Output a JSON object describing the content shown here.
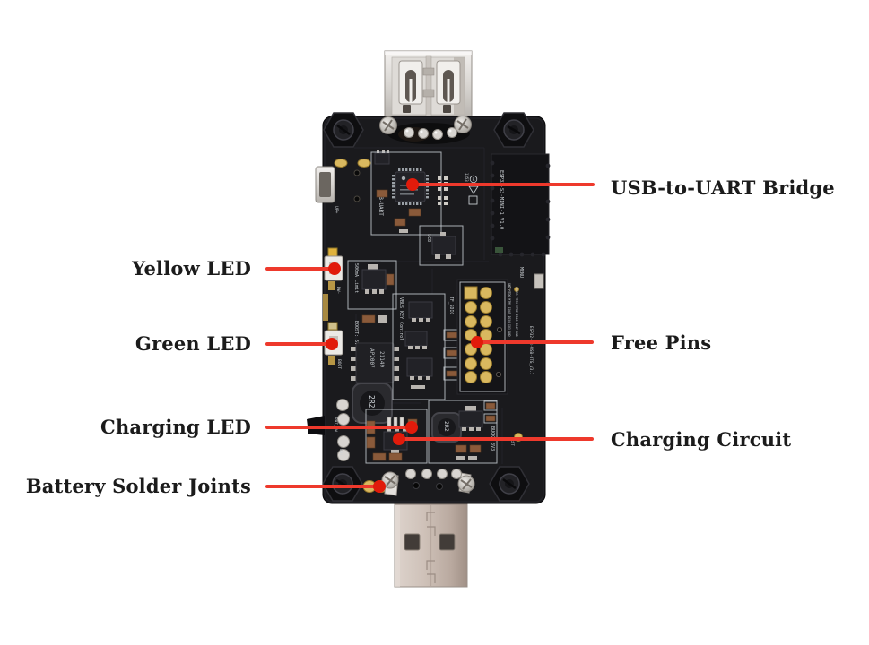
{
  "figure": {
    "type": "hardware-callout-diagram",
    "background": "#ffffff",
    "accent_line_color": "#ee392c",
    "accent_dot_color": "#e11b0b",
    "label_text_color": "#1b1b1b"
  },
  "callouts": {
    "usb_to_uart_bridge": "USB-to-UART Bridge",
    "yellow_led": "Yellow LED",
    "green_led": "Green LED",
    "free_pins": "Free Pins",
    "charging_led": "Charging LED",
    "charging_circuit": "Charging Circuit",
    "battery_solder_joints": "Battery Solder Joints"
  },
  "board": {
    "silkscreen": {
      "module_name": "ESP32-S3-MINI-1 V1.0",
      "board_name": "ESP32-S3-USB-OTG_V3.1",
      "usb_uart": "USB-UART",
      "up_plus": "UP+",
      "dw_minus": "DW-",
      "current_limit": "500mA Limit",
      "boost": "BOOST: 5V",
      "boot": "BOOT",
      "lcd": "LCD",
      "vbus": "VBUS KEY Control",
      "tf_sdio": "TF_SDIO",
      "menu": "MENU",
      "buck": "BUCK: 3V3",
      "rst": "RST",
      "bat_sw": "BAT_SW",
      "bat": "BAT",
      "marking_1353": "1353",
      "reg_mark": "R",
      "pins_col_a": "GND MTDO MTMS IO45 IO36 IO3 GND",
      "pins_col_b": "VDD33 MTCK MTDI IO48 IO47 GND"
    },
    "components": {
      "charger_ic": "AP2007",
      "charger_ic_lot": "21149",
      "inductor_value": "2R2"
    }
  }
}
